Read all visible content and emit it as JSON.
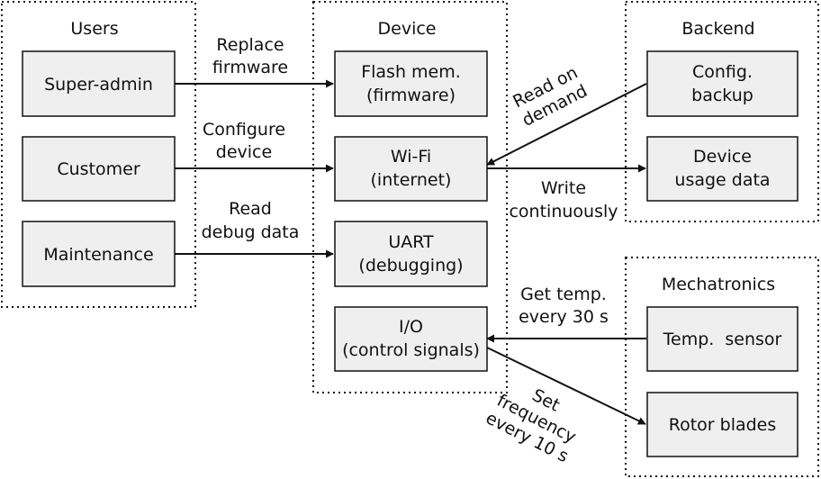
{
  "groups": {
    "users": "Users",
    "device": "Device",
    "backend": "Backend",
    "mechatronics": "Mechatronics"
  },
  "nodes": {
    "super_admin": [
      "Super-admin"
    ],
    "customer": [
      "Customer"
    ],
    "maintenance": [
      "Maintenance"
    ],
    "flash": [
      "Flash mem.",
      "(firmware)"
    ],
    "wifi": [
      "Wi-Fi",
      "(internet)"
    ],
    "uart": [
      "UART",
      "(debugging)"
    ],
    "io": [
      "I/O",
      "(control signals)"
    ],
    "config_backup": [
      "Config.",
      "backup"
    ],
    "usage_data": [
      "Device",
      "usage data"
    ],
    "temp_sensor": [
      "Temp.  sensor"
    ],
    "rotor": [
      "Rotor blades"
    ]
  },
  "edges": {
    "replace_firmware": [
      "Replace",
      "firmware"
    ],
    "configure_device": [
      "Configure",
      "device"
    ],
    "read_debug": [
      "Read",
      "debug data"
    ],
    "read_on_demand": [
      "Read on",
      "demand"
    ],
    "write_continuously": [
      "Write",
      "continuously"
    ],
    "get_temp": [
      "Get temp.",
      "every 30 s"
    ],
    "set_frequency": [
      "Set",
      "frequency",
      "every 10 s"
    ]
  }
}
